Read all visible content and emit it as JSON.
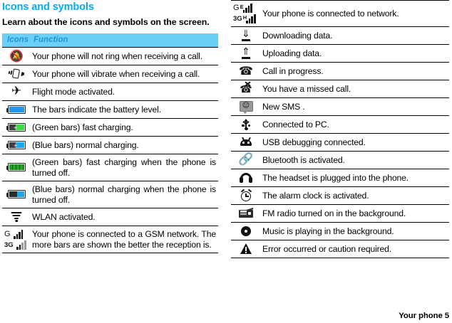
{
  "document": {
    "title": "Icons and symbols",
    "intro": "Learn about the icons and symbols on the screen.",
    "footer": "Your phone  5",
    "accent_color": "#00AEEF",
    "header_bg_color": "#6CCFF6",
    "header_text_color": "#2196D8"
  },
  "table": {
    "headers": {
      "icons": "Icons",
      "function": "Function"
    },
    "left_rows": [
      {
        "icon": "mute-bell-icon",
        "text": "Your phone will not ring when receiving a call."
      },
      {
        "icon": "vibrate-icon",
        "text": "Your phone will vibrate when receiving a call."
      },
      {
        "icon": "airplane-icon",
        "text": "Flight mode activated."
      },
      {
        "icon": "battery-full-icon",
        "text": "The bars indicate the battery level."
      },
      {
        "icon": "battery-fast-charging-icon",
        "text": "(Green bars) fast charging."
      },
      {
        "icon": "battery-normal-charging-icon",
        "text": "(Blue bars) normal charging."
      },
      {
        "icon": "battery-fast-charging-off-icon",
        "text": "(Green bars) fast charging when the phone is turned off."
      },
      {
        "icon": "battery-normal-charging-off-icon",
        "text": "(Blue bars) normal charging when the phone is turned off."
      },
      {
        "icon": "wifi-icon",
        "text": "WLAN activated."
      },
      {
        "icon": "gsm-signal-icon",
        "text": "Your phone is connected to a GSM network. The more bars are shown the better the reception is.",
        "sublabels": [
          "G",
          "3G"
        ]
      }
    ],
    "right_rows": [
      {
        "icon": "network-data-signal-icon",
        "text": "Your phone is connected to network.",
        "sublabels": [
          "G",
          "3G"
        ],
        "superscripts": [
          "E",
          "H"
        ]
      },
      {
        "icon": "download-icon",
        "text": "Downloading data."
      },
      {
        "icon": "upload-icon",
        "text": "Uploading data."
      },
      {
        "icon": "call-in-progress-icon",
        "text": "Call in progress."
      },
      {
        "icon": "missed-call-icon",
        "text": "You have a missed call."
      },
      {
        "icon": "new-sms-icon",
        "text": "New SMS ."
      },
      {
        "icon": "usb-connected-icon",
        "text": "Connected to PC."
      },
      {
        "icon": "usb-debugging-icon",
        "text": "USB debugging connected."
      },
      {
        "icon": "bluetooth-icon",
        "text": "Bluetooth is activated."
      },
      {
        "icon": "headset-icon",
        "text": "The headset is plugged into the phone."
      },
      {
        "icon": "alarm-clock-icon",
        "text": "The alarm clock is activated."
      },
      {
        "icon": "fm-radio-icon",
        "text": "FM radio turned on in the background."
      },
      {
        "icon": "music-icon",
        "text": "Music is playing in the background."
      },
      {
        "icon": "warning-icon",
        "text": "Error occurred or caution required."
      }
    ]
  }
}
